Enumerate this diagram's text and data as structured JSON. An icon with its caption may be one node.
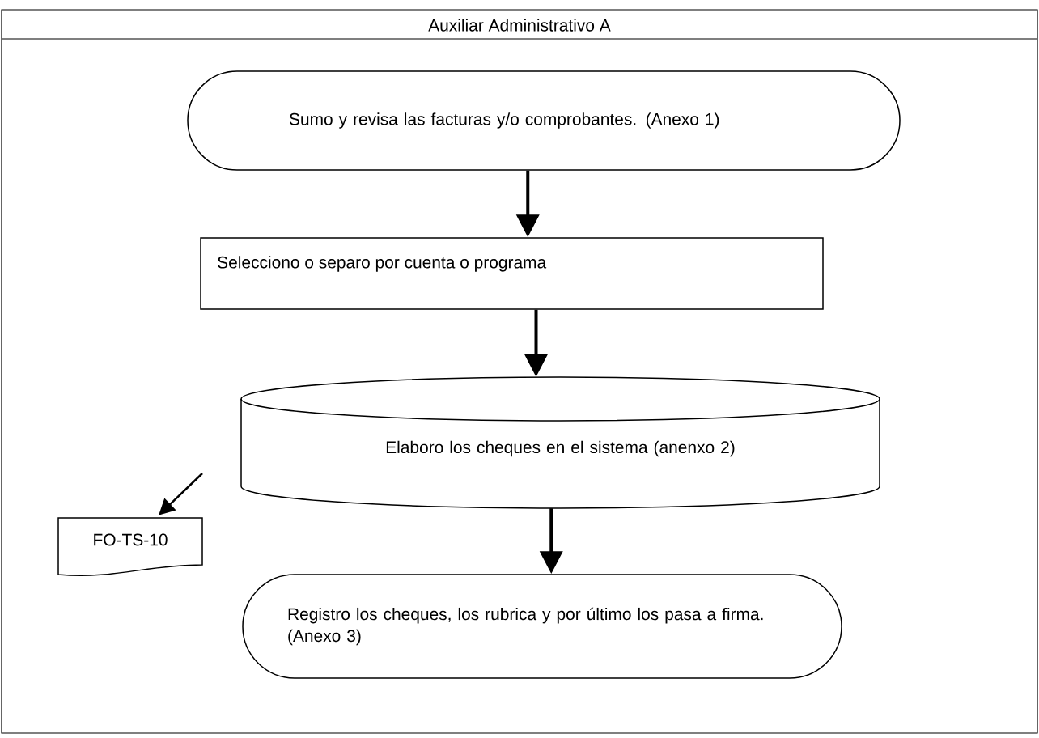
{
  "diagram": {
    "nodes": [
      {
        "text": [
          "Auxiliar Administrativo A"
        ]
      },
      {
        "text": [
          "Sumo y revisa las facturas y/o comprobantes. (Anexo 1)"
        ],
        "in": 0
      },
      {
        "text": [
          "Selecciono o separo por cuenta o programa"
        ],
        "in": 0
      },
      {
        "text": [
          "Elaboro los cheques en el sistema (anenxo 2)"
        ],
        "in": 0
      },
      {
        "text": [
          "FO-TS-10"
        ],
        "in": 0
      },
      {
        "text": [
          "Registro los cheques, los rubrica y por último los pasa a firma. (Anexo 3)"
        ],
        "in": 0
      }
    ],
    "edges": [
      {
        "from": 1,
        "to": 2,
        "arrow": "to"
      },
      {
        "from": 2,
        "to": 3,
        "arrow": "to"
      },
      {
        "from": 3,
        "to": 5,
        "arrow": "to"
      },
      {
        "from": null,
        "to": 4,
        "arrow": "to"
      }
    ]
  }
}
